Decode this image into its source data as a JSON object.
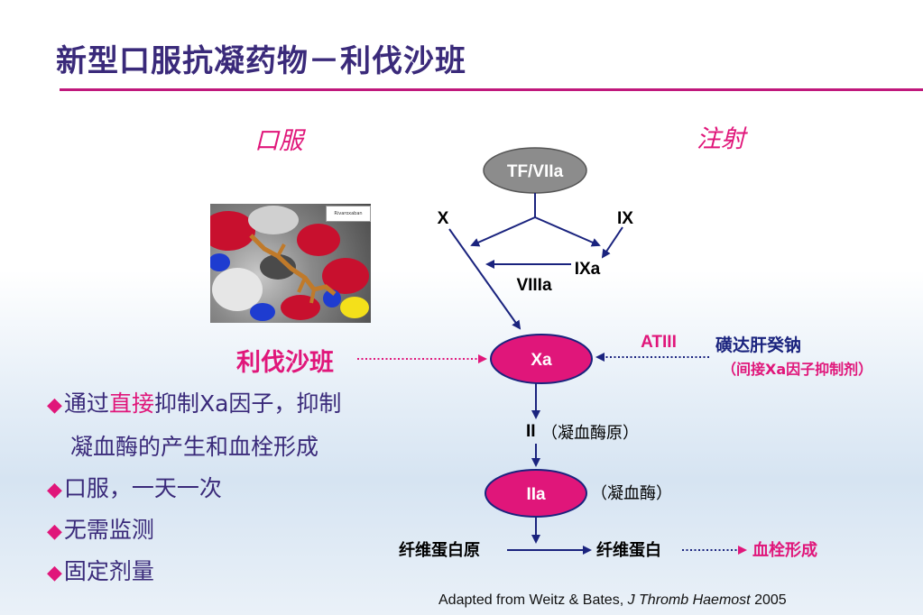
{
  "header": {
    "title": "新型口服抗凝药物－利伐沙班"
  },
  "labels": {
    "oral": "口服",
    "injection": "注射",
    "drug_name": "利伐沙班"
  },
  "molecule": {
    "inset_text": "Rivaroxaban"
  },
  "bullets": {
    "b1_pre": "通过",
    "b1_hl": "直接",
    "b1_post": "抑制Xa因子，抑制",
    "b1_cont": "凝血酶的产生和血栓形成",
    "b2": "口服，一天一次",
    "b3": "无需监测",
    "b4": "固定剂量",
    "marker": "◆"
  },
  "diagram": {
    "tf_node": "TF/VIIa",
    "x_label": "X",
    "ix_label": "IX",
    "ixa_label": "IXa",
    "viiia_label": "VIIIa",
    "xa_node": "Xa",
    "atiii_label": "ATIII",
    "fonda_label": "磺达肝癸钠",
    "fonda_sub_pre": "（间接",
    "fonda_sub_hl": "Xa因子抑制剂",
    "fonda_sub_post": "）",
    "ii_label": "II",
    "ii_desc": "（凝血酶原）",
    "iia_node": "IIa",
    "iia_desc": "（凝血酶）",
    "fibrinogen": "纤维蛋白原",
    "fibrin": "纤维蛋白",
    "thrombus": "血栓形成"
  },
  "citation": {
    "pre": "Adapted from Weitz & Bates, ",
    "journal": "J Thromb Haemost",
    "year": " 2005"
  },
  "colors": {
    "title": "#3a2a7a",
    "accent": "#e0167a",
    "navy": "#1a237e",
    "node_gray": "#8c8c8c"
  }
}
